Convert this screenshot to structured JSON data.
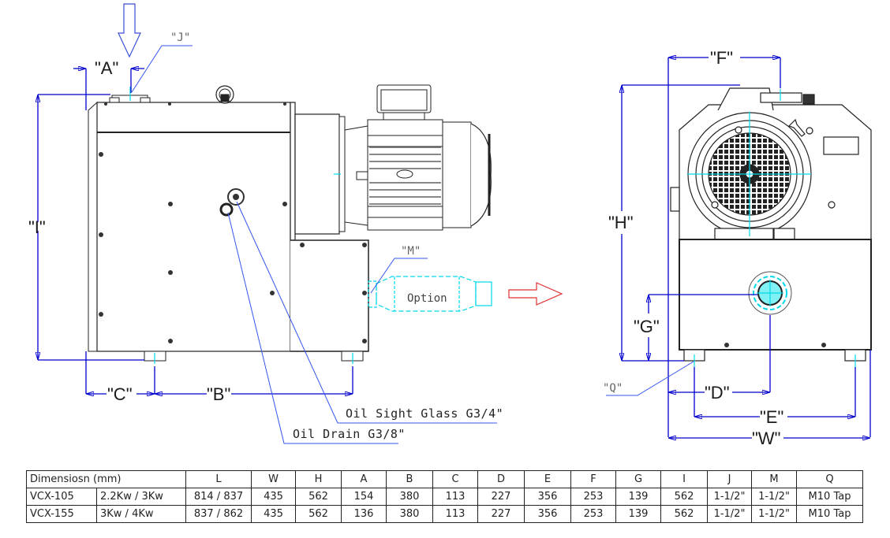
{
  "drawing": {
    "side_view": {
      "dimension_labels": {
        "A": "\"A\"",
        "I": "\"I\"",
        "C": "\"C\"",
        "B": "\"B\""
      },
      "callouts": {
        "J": "\"J\"",
        "M": "\"M\"",
        "oil_sight_glass": "Oil Sight Glass G3/4\"",
        "oil_drain": "Oil Drain G3/8\"",
        "option": "Option"
      }
    },
    "front_view": {
      "dimension_labels": {
        "F": "\"F\"",
        "H": "\"H\"",
        "G": "\"G\"",
        "D": "\"D\"",
        "E": "\"E\"",
        "W": "\"W\""
      },
      "callouts": {
        "Q": "\"Q\""
      }
    },
    "colors": {
      "dimension_line": "#0000cc",
      "leader_line": "#3355ee",
      "centerline": "#00d8e8",
      "outline": "#222222",
      "flow_arrow": "#e03030"
    }
  },
  "table": {
    "title": "Dimensiosn (mm)",
    "columns": [
      "L",
      "W",
      "H",
      "A",
      "B",
      "C",
      "D",
      "E",
      "F",
      "G",
      "I",
      "J",
      "M",
      "Q"
    ],
    "rows": [
      {
        "model": "VCX-105",
        "power": "2.2Kw / 3Kw",
        "values": [
          "814 / 837",
          "435",
          "562",
          "154",
          "380",
          "113",
          "227",
          "356",
          "253",
          "139",
          "562",
          "1-1/2\"",
          "1-1/2\"",
          "M10 Tap"
        ]
      },
      {
        "model": "VCX-155",
        "power": "3Kw / 4Kw",
        "values": [
          "837 / 862",
          "435",
          "562",
          "136",
          "380",
          "113",
          "227",
          "356",
          "253",
          "139",
          "562",
          "1-1/2\"",
          "1-1/2\"",
          "M10 Tap"
        ]
      }
    ]
  }
}
